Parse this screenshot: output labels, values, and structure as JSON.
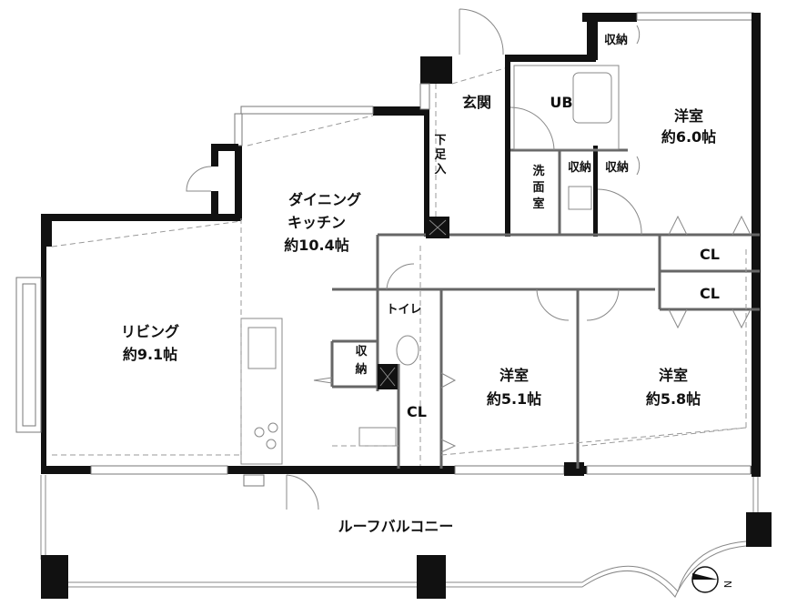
{
  "rooms": {
    "entrance": "玄関",
    "bath": "UB",
    "bedroom_ne": {
      "name": "洋室",
      "size": "約6.0帖"
    },
    "storage_top": "収納",
    "storage_wash": "収納",
    "storage_bed": "収納",
    "washroom": [
      "洗",
      "面",
      "室"
    ],
    "shoe_box": [
      "下",
      "足",
      "入"
    ],
    "dining": {
      "line1": "ダイニング",
      "line2": "キッチン",
      "size": "約10.4帖"
    },
    "living": {
      "name": "リビング",
      "size": "約9.1帖"
    },
    "toilet": "トイレ",
    "storage_mid": [
      "収",
      "納"
    ],
    "closet_mid": "CL",
    "bedroom_s1": {
      "name": "洋室",
      "size": "約5.1帖"
    },
    "bedroom_s2": {
      "name": "洋室",
      "size": "約5.8帖"
    },
    "closet_1": "CL",
    "closet_2": "CL",
    "balcony": "ルーフバルコニー"
  },
  "compass": {
    "label": "N"
  }
}
